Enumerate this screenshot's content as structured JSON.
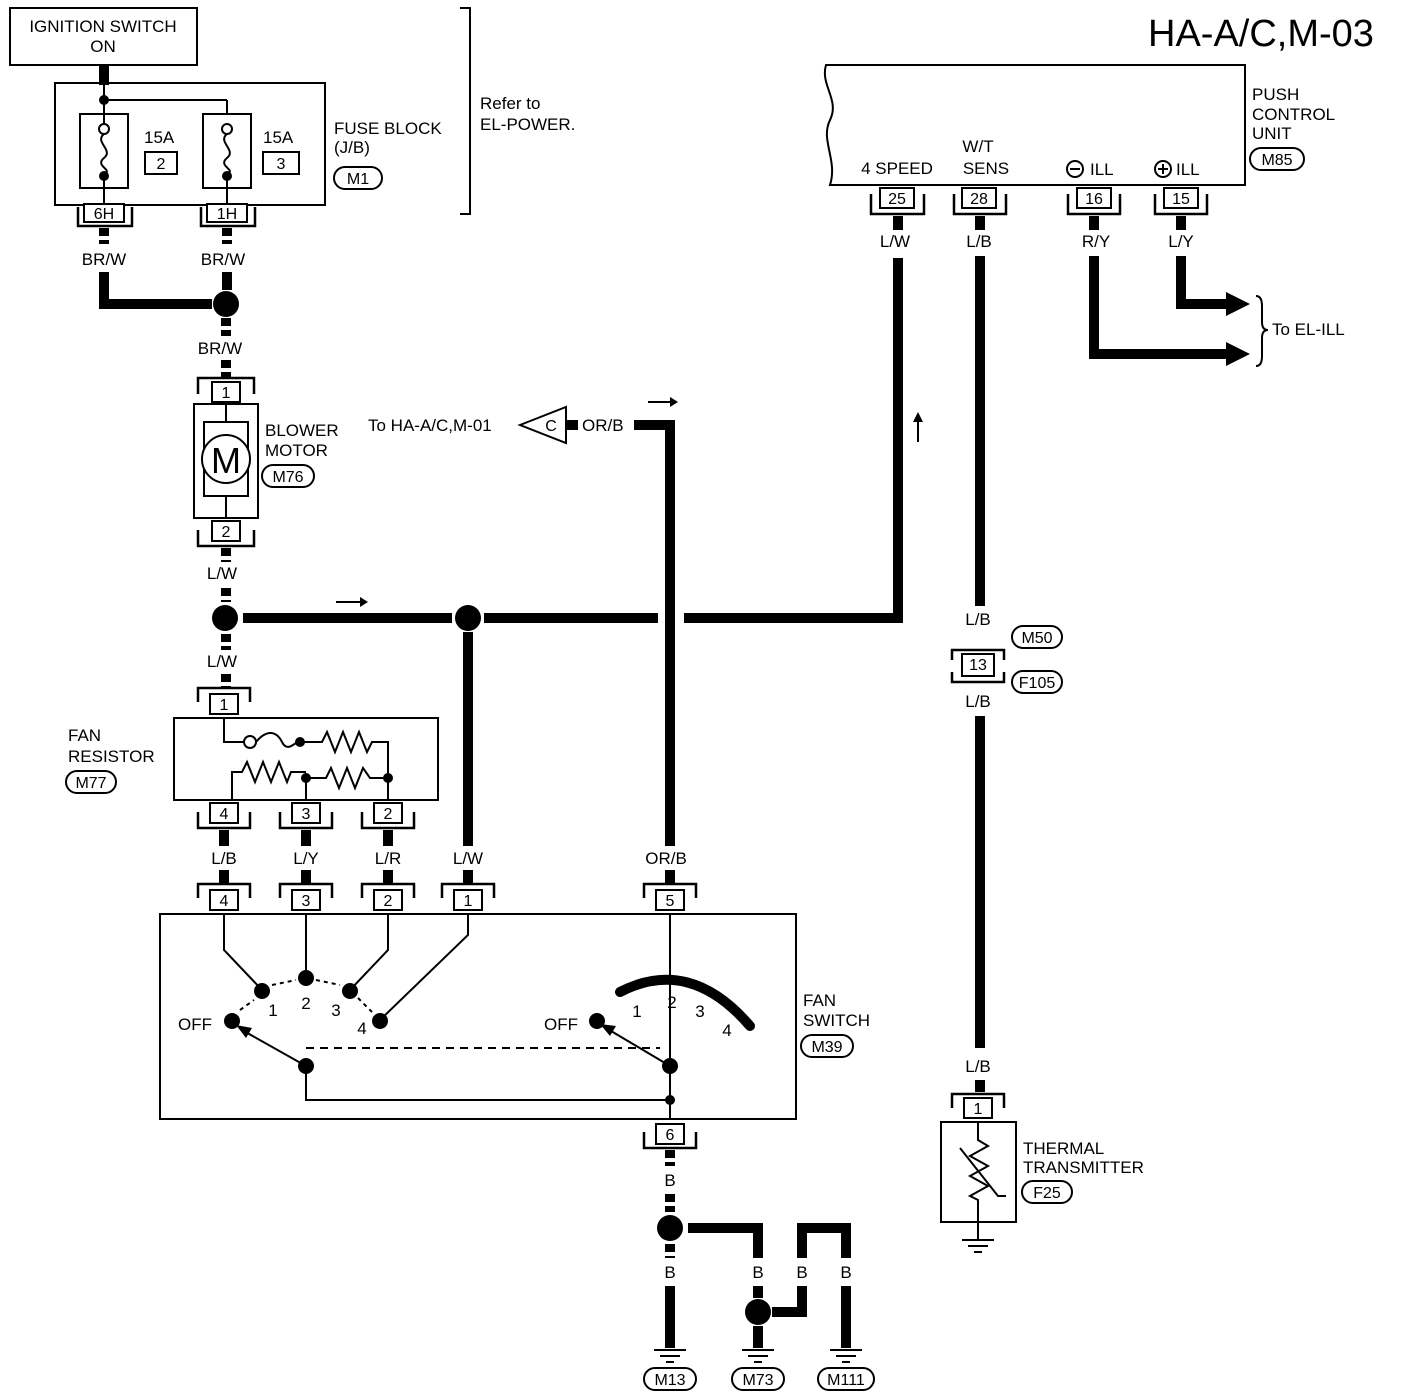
{
  "title": "HA-A/C,M-03",
  "ignition": {
    "line1": "IGNITION SWITCH",
    "line2": "ON"
  },
  "fuse_block": {
    "line1": "FUSE BLOCK",
    "line2": "(J/B)",
    "code": "M1",
    "fuse_a_amp": "15A",
    "fuse_a_num": "2",
    "fuse_b_amp": "15A",
    "fuse_b_num": "3",
    "pin_a": "6H",
    "pin_b": "1H"
  },
  "refer": {
    "line1": "Refer to",
    "line2": "EL-POWER."
  },
  "push_control": {
    "line1": "PUSH",
    "line2": "CONTROL",
    "line3": "UNIT",
    "code": "M85",
    "term1": "4 SPEED",
    "term2_l1": "W/T",
    "term2_l2": "SENS",
    "term3": "ILL",
    "term4": "ILL",
    "pin1": "25",
    "pin2": "28",
    "pin3": "16",
    "pin4": "15"
  },
  "to_el_ill": "To EL-ILL",
  "blower": {
    "line1": "BLOWER",
    "line2": "MOTOR",
    "code": "M76",
    "symbol": "M",
    "pin1": "1",
    "pin2": "2"
  },
  "to_hac": {
    "text": "To HA-A/C,M-01",
    "connector": "C"
  },
  "fan_resistor": {
    "line1": "FAN",
    "line2": "RESISTOR",
    "code": "M77",
    "pin_top": "1",
    "pin_a": "4",
    "pin_b": "3",
    "pin_c": "2"
  },
  "fan_switch": {
    "line1": "FAN",
    "line2": "SWITCH",
    "code": "M39",
    "pins": {
      "p4": "4",
      "p3": "3",
      "p2": "2",
      "p1": "1",
      "p5": "5",
      "p6": "6"
    },
    "off_left": "OFF",
    "off_right": "OFF",
    "pos": {
      "n1": "1",
      "n2": "2",
      "n3": "3",
      "n4": "4"
    }
  },
  "joint": {
    "code_top": "M50",
    "code_bottom": "F105",
    "pin": "13"
  },
  "thermal": {
    "line1": "THERMAL",
    "line2": "TRANSMITTER",
    "code": "F25",
    "pin": "1"
  },
  "grounds": {
    "g1": "M13",
    "g2": "M73",
    "g3": "M111"
  },
  "wires": {
    "brw": "BR/W",
    "lw": "L/W",
    "lb": "L/B",
    "ry": "R/Y",
    "ly": "L/Y",
    "orb": "OR/B",
    "lr": "L/R",
    "b": "B"
  }
}
